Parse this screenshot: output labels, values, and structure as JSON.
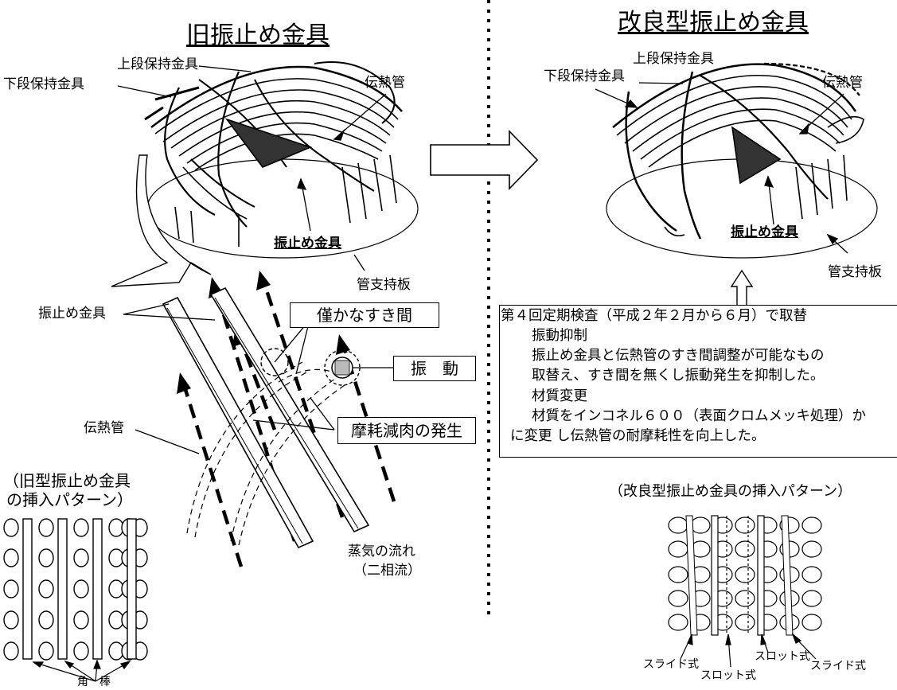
{
  "old": {
    "title": "旧振止め金具",
    "label_upper_holder": "上段保持金具",
    "label_lower_holder": "下段保持金具",
    "label_tube": "伝熱管",
    "label_avb": "振止め金具",
    "label_plate": "管支持板",
    "detail": {
      "label_avb": "振止め金具",
      "label_gap": "僅かなすき間",
      "label_vibration": "振　動",
      "label_wear": "摩耗減肉の発生",
      "label_tube": "伝熱管",
      "label_steam_1": "蒸気の流れ",
      "label_steam_2": "（二相流）"
    },
    "pattern_title_1": "（旧型振止め金具",
    "pattern_title_2": "の挿入パターン）",
    "pattern_bar_label": "角　棒"
  },
  "new": {
    "title": "改良型振止め金具",
    "label_upper_holder": "上段保持金具",
    "label_lower_holder": "下段保持金具",
    "label_tube": "伝熱管",
    "label_avb": "振止め金具",
    "label_plate": "管支持板",
    "pattern_title": "（改良型振止め金具の挿入パターン）",
    "label_slide_left": "スライド式",
    "label_slot_left": "スロット式",
    "label_slot_right": "スロット式",
    "label_slide_right": "スライド式"
  },
  "spec_box": {
    "line1": "第４回定期検査（平成２年２月から６月）で取替",
    "line2": "振動抑制",
    "line3": "振止め金具と伝熱管のすき間調整が可能なもの",
    "line4": "取替え、すき間を無くし振動発生を抑制した。",
    "line5": "材質変更",
    "line6": "材質をインコネル６００（表面クロムメッキ処理）か",
    "line7": "に変更 し伝熱管の耐摩耗性を向上した。"
  }
}
